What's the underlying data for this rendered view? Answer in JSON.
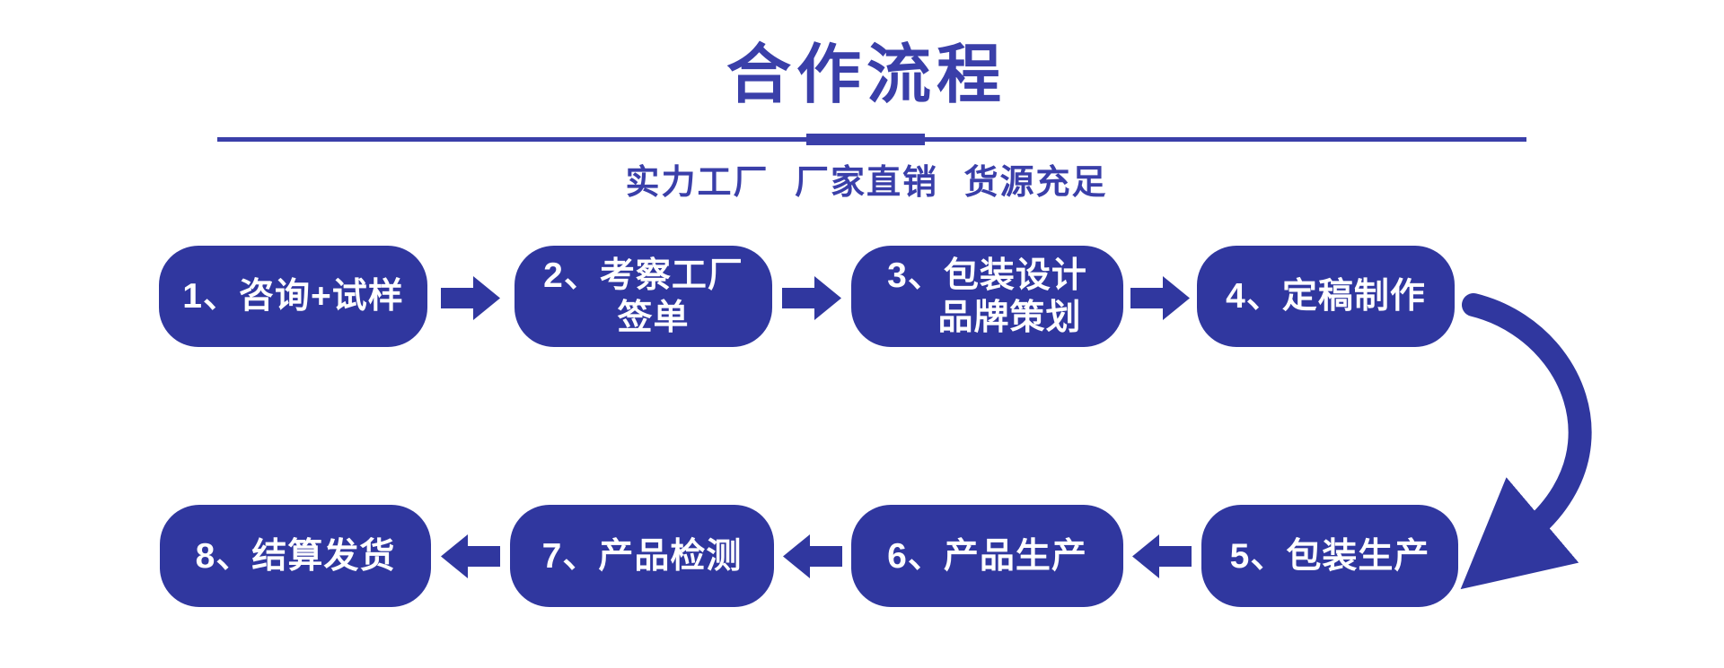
{
  "header": {
    "title": "合作流程",
    "subtitle": "实力工厂 厂家直销 货源充足"
  },
  "steps": [
    {
      "id": 1,
      "lines": [
        "1、咨询+试样"
      ]
    },
    {
      "id": 2,
      "lines": [
        "2、考察工厂",
        "签单"
      ]
    },
    {
      "id": 3,
      "lines": [
        "3、包装设计",
        "品牌策划"
      ]
    },
    {
      "id": 4,
      "lines": [
        "4、定稿制作"
      ]
    },
    {
      "id": 5,
      "lines": [
        "5、包装生产"
      ]
    },
    {
      "id": 6,
      "lines": [
        "6、产品生产"
      ]
    },
    {
      "id": 7,
      "lines": [
        "7、产品检测"
      ]
    },
    {
      "id": 8,
      "lines": [
        "8、结算发货"
      ]
    }
  ],
  "flow": {
    "row1_order": [
      "1",
      "2",
      "3",
      "4"
    ],
    "row2_order": [
      "8",
      "7",
      "6",
      "5"
    ],
    "row1_arrow_direction": "right",
    "row2_arrow_direction": "left",
    "turn_arrow": "curved arrow from step 4 down to step 5"
  },
  "icons": {
    "forward": "arrow-right-icon",
    "backward": "arrow-left-icon",
    "turn": "curved-arrow-down-left-icon"
  },
  "colors": {
    "pill_blue": "#30379F",
    "heading_blue": "#3A3FA9",
    "pill_text": "#FFFFFF",
    "background": "#FFFFFF"
  }
}
